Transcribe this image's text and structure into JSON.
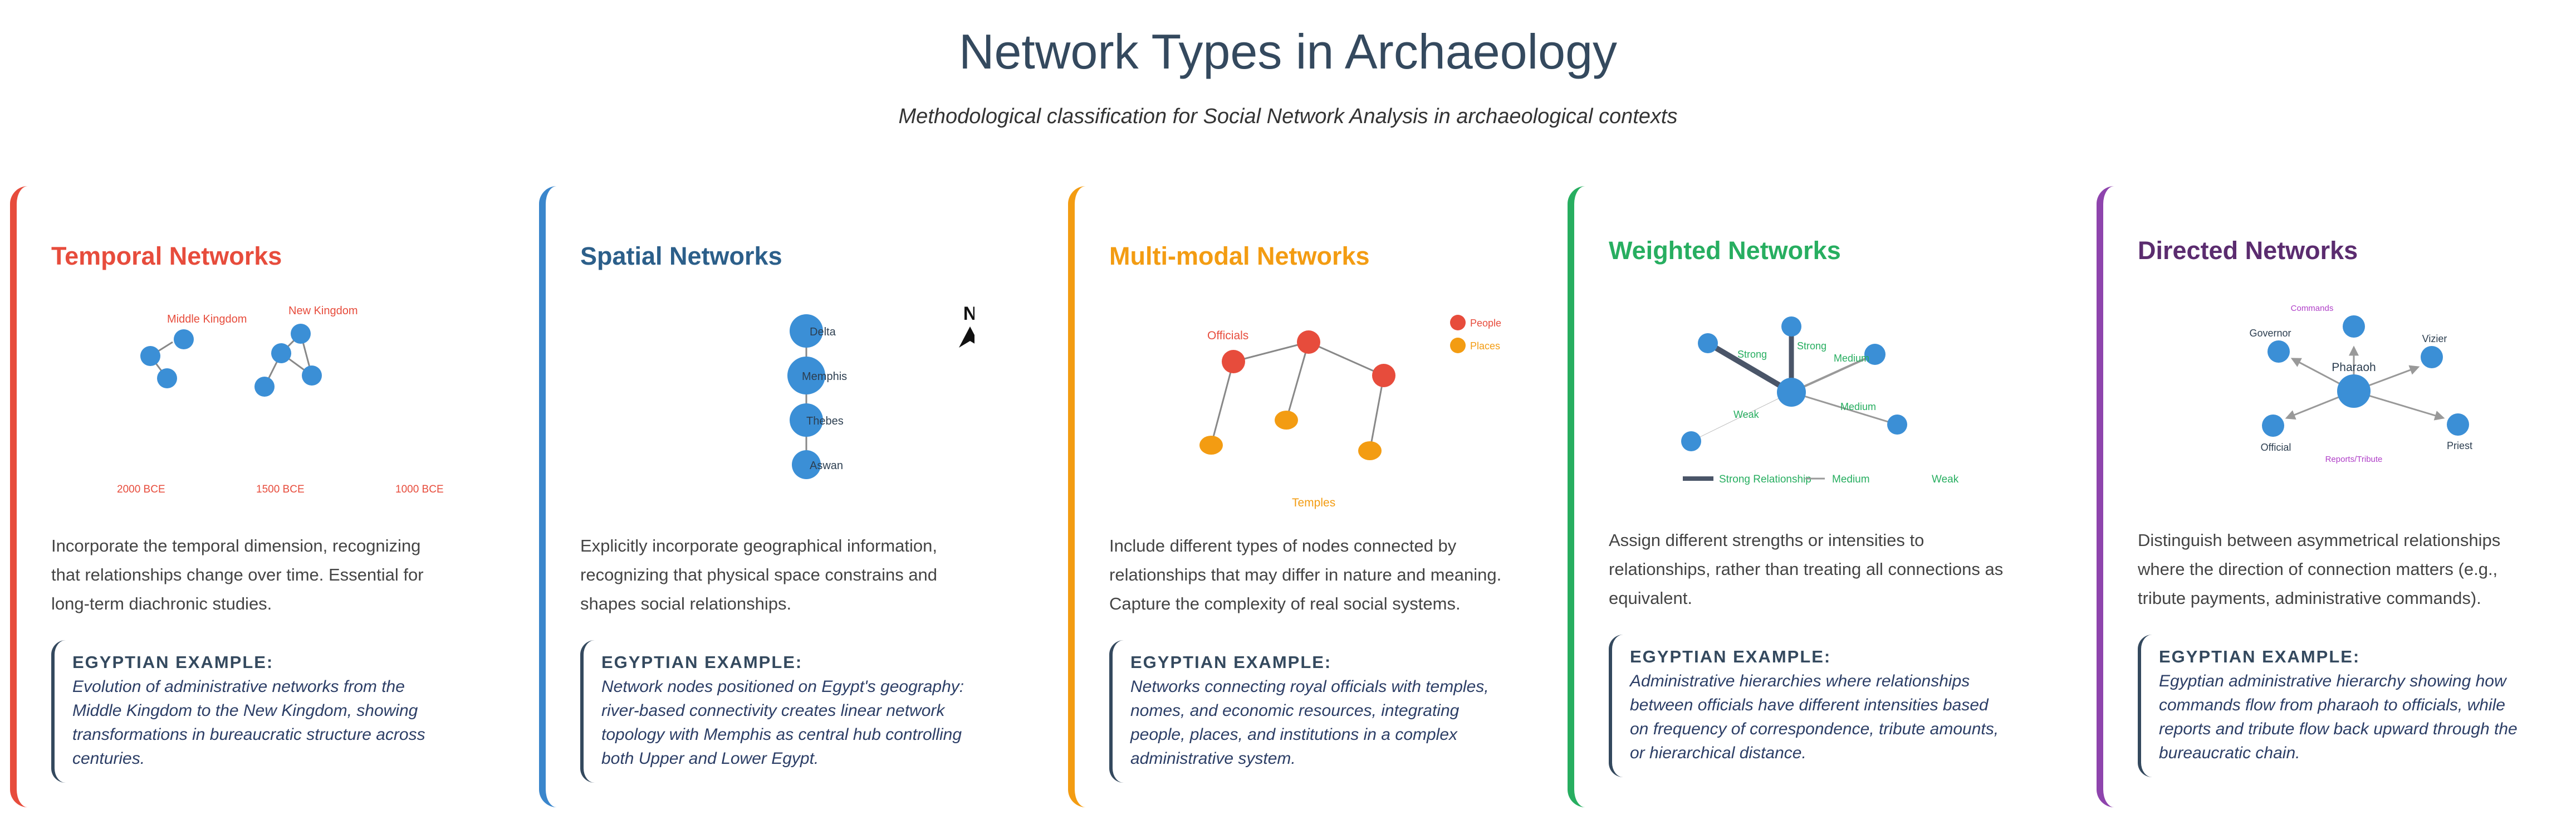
{
  "header": {
    "title": "Network Types in Archaeology",
    "subtitle": "Methodological classification for Social Network Analysis in archaeological contexts"
  },
  "colors": {
    "temporal": "#e74c3c",
    "spatial": "#3a86cc",
    "multimodal": "#f39c12",
    "weighted": "#27ae60",
    "directed": "#8e44ad",
    "node": "#3b8fd6",
    "edge_dark": "#4a5568"
  },
  "example_label": "EGYPTIAN EXAMPLE:",
  "cards": {
    "temporal": {
      "title": "Temporal Networks",
      "diagram": {
        "period_labels": [
          "Middle Kingdom",
          "New Kingdom"
        ],
        "timeline": [
          "2000 BCE",
          "1500 BCE",
          "1000 BCE"
        ]
      },
      "description": "Incorporate the temporal dimension, recognizing that relationships change over time. Essential for long-term diachronic studies.",
      "example": "Evolution of administrative networks from the Middle Kingdom to the New Kingdom, showing transformations in bureaucratic structure across centuries."
    },
    "spatial": {
      "title": "Spatial Networks",
      "diagram": {
        "north": "N",
        "nodes": [
          "Delta",
          "Memphis",
          "Thebes",
          "Aswan"
        ]
      },
      "description": "Explicitly incorporate geographical information, recognizing that physical space constrains and shapes social relationships.",
      "example": "Network nodes positioned on Egypt's geography: river-based connectivity creates linear network topology with Memphis as central hub controlling both Upper and Lower Egypt."
    },
    "multimodal": {
      "title": "Multi-modal Networks",
      "diagram": {
        "group_top": "Officials",
        "group_bottom": "Temples",
        "legend": [
          "People",
          "Places"
        ]
      },
      "description": "Include different types of nodes connected by relationships that may differ in nature and meaning. Capture the complexity of real social systems.",
      "example": "Networks connecting royal officials with temples, nomes, and economic resources, integrating people, places, and institutions in a complex administrative system."
    },
    "weighted": {
      "title": "Weighted Networks",
      "diagram": {
        "edge_labels": [
          "Strong",
          "Strong",
          "Medium",
          "Medium",
          "Weak"
        ],
        "legend": [
          "Strong Relationship",
          "Medium",
          "Weak"
        ]
      },
      "description": "Assign different strengths or intensities to relationships, rather than treating all connections as equivalent.",
      "example": "Administrative hierarchies where relationships between officials have different intensities based on frequency of correspondence, tribute amounts, or hierarchical distance."
    },
    "directed": {
      "title": "Directed Networks",
      "diagram": {
        "center": "Pharaoh",
        "nodes": [
          "Governor",
          "Vizier",
          "Official",
          "Priest"
        ],
        "flow_top": "Commands",
        "flow_bottom": "Reports/Tribute"
      },
      "description": "Distinguish between asymmetrical relationships where the direction of connection matters (e.g., tribute payments, administrative commands).",
      "example": "Egyptian administrative hierarchy showing how commands flow from pharaoh to officials, while reports and tribute flow back upward through the bureaucratic chain."
    }
  }
}
